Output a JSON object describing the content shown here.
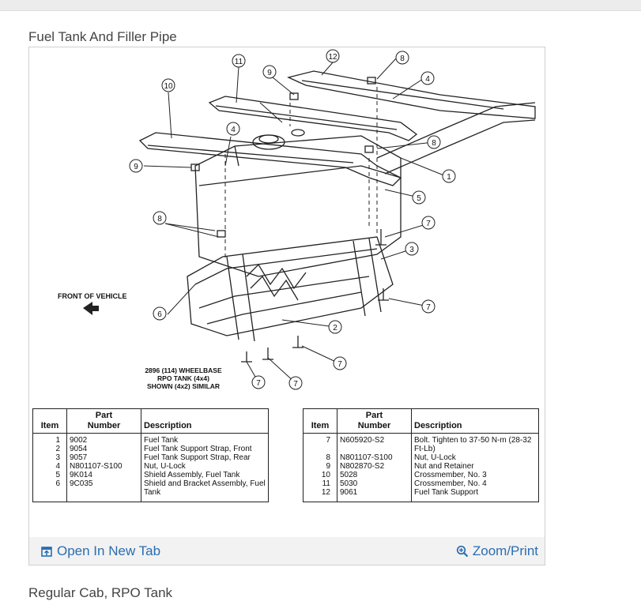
{
  "page": {
    "section_title_1": "Fuel Tank And Filler Pipe",
    "section_title_2": "Regular Cab, RPO Tank"
  },
  "figure": {
    "front_label": "FRONT OF VEHICLE",
    "caption_line1": "2896 (114) WHEELBASE",
    "caption_line2": "RPO TANK (4x4)",
    "caption_line3": "SHOWN (4x2) SIMILAR",
    "callouts": [
      "11",
      "12",
      "8",
      "9",
      "4",
      "10",
      "4",
      "8",
      "1",
      "9",
      "5",
      "8",
      "7",
      "3",
      "7",
      "6",
      "2",
      "7",
      "7",
      "7"
    ]
  },
  "tables": {
    "headers": {
      "item": "Item",
      "part_line1": "Part",
      "part_line2": "Number",
      "description": "Description"
    },
    "left": [
      {
        "item": "1",
        "part": "9002",
        "desc": "Fuel Tank"
      },
      {
        "item": "2",
        "part": "9054",
        "desc": "Fuel Tank Support Strap, Front"
      },
      {
        "item": "3",
        "part": "9057",
        "desc": "Fuel Tank Support Strap, Rear"
      },
      {
        "item": "4",
        "part": "N801107-S100",
        "desc": "Nut, U-Lock"
      },
      {
        "item": "5",
        "part": "9K014",
        "desc": "Shield Assembly, Fuel Tank"
      },
      {
        "item": "6",
        "part": "9C035",
        "desc": "Shield and Bracket Assembly, Fuel Tank"
      }
    ],
    "right": [
      {
        "item": "7",
        "part": "N605920-S2",
        "desc": "Bolt. Tighten to 37-50 N-m (28-32 Ft-Lb)"
      },
      {
        "item": "8",
        "part": "N801107-S100",
        "desc": "Nut, U-Lock"
      },
      {
        "item": "9",
        "part": "N802870-S2",
        "desc": "Nut and Retainer"
      },
      {
        "item": "10",
        "part": "5028",
        "desc": "Crossmember, No. 3"
      },
      {
        "item": "11",
        "part": "5030",
        "desc": "Crossmember, No. 4"
      },
      {
        "item": "12",
        "part": "9061",
        "desc": "Fuel Tank Support"
      }
    ]
  },
  "footer": {
    "open_label": "Open In New Tab",
    "zoom_label": "Zoom/Print",
    "link_color": "#2a6db0"
  }
}
